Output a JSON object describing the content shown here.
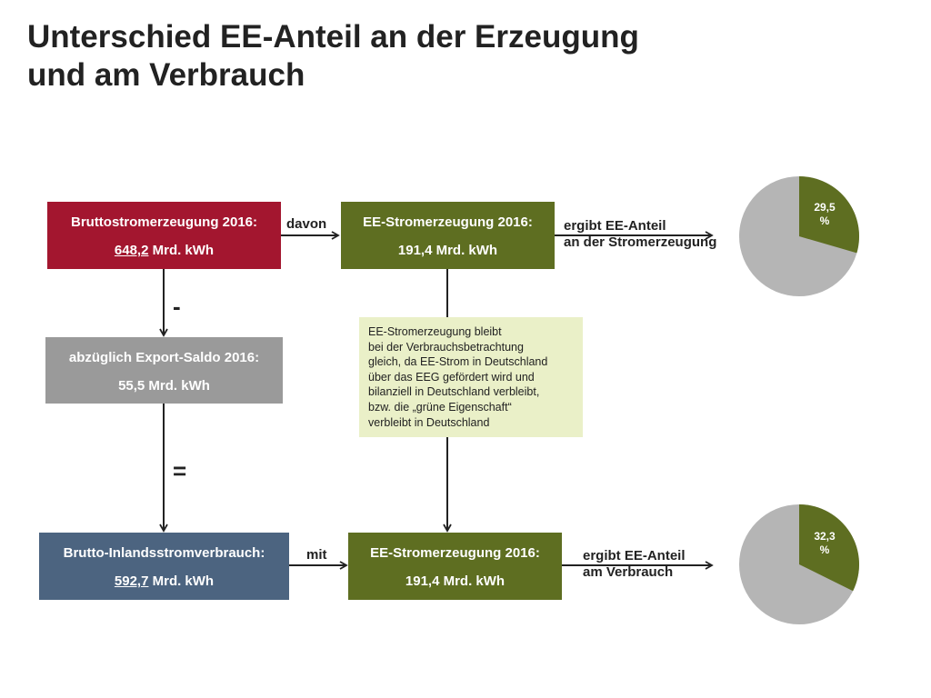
{
  "title": {
    "line1": "Unterschied EE-Anteil an der Erzeugung",
    "line2": "und am Verbrauch"
  },
  "boxes": {
    "brutto_erzeugung": {
      "label": "Bruttostromerzeugung 2016:",
      "value_num": "648,2",
      "value_unit": " Mrd. kWh"
    },
    "ee_erzeugung_top": {
      "label": "EE-Stromerzeugung 2016:",
      "value": "191,4 Mrd. kWh"
    },
    "export_saldo": {
      "label": "abzüglich Export-Saldo 2016:",
      "value": "55,5 Mrd. kWh"
    },
    "inlandsverbrauch": {
      "label": "Brutto-Inlandsstromverbrauch:",
      "value_num": "592,7",
      "value_unit": " Mrd. kWh"
    },
    "ee_erzeugung_bottom": {
      "label": "EE-Stromerzeugung 2016:",
      "value": "191,4 Mrd. kWh"
    }
  },
  "connectors": {
    "davon": "davon",
    "mit": "mit",
    "minus": "-",
    "equals": "=",
    "ergibt_erzeugung_1": "ergibt EE-Anteil",
    "ergibt_erzeugung_2": "an der Stromerzeugung",
    "ergibt_verbrauch_1": "ergibt EE-Anteil",
    "ergibt_verbrauch_2": "am Verbrauch"
  },
  "note": {
    "lines": [
      "EE-Stromerzeugung bleibt",
      "bei der Verbrauchsbetrachtung",
      "gleich, da EE-Strom in Deutschland",
      "über das EEG gefördert wird und",
      "bilanziell in Deutschland verbleibt,",
      "bzw. die „grüne Eigenschaft“",
      "verbleibt in Deutschland"
    ]
  },
  "pies": {
    "erzeugung": {
      "percent": 29.5,
      "label_num": "29,5",
      "label_unit": "%"
    },
    "verbrauch": {
      "percent": 32.3,
      "label_num": "32,3",
      "label_unit": "%"
    }
  },
  "colors": {
    "red": "#a3162f",
    "green": "#5e6e21",
    "grey": "#9a9a9a",
    "blue": "#4c6480",
    "pie_rest": "#b5b5b5",
    "note_bg": "#eaf0c8"
  }
}
